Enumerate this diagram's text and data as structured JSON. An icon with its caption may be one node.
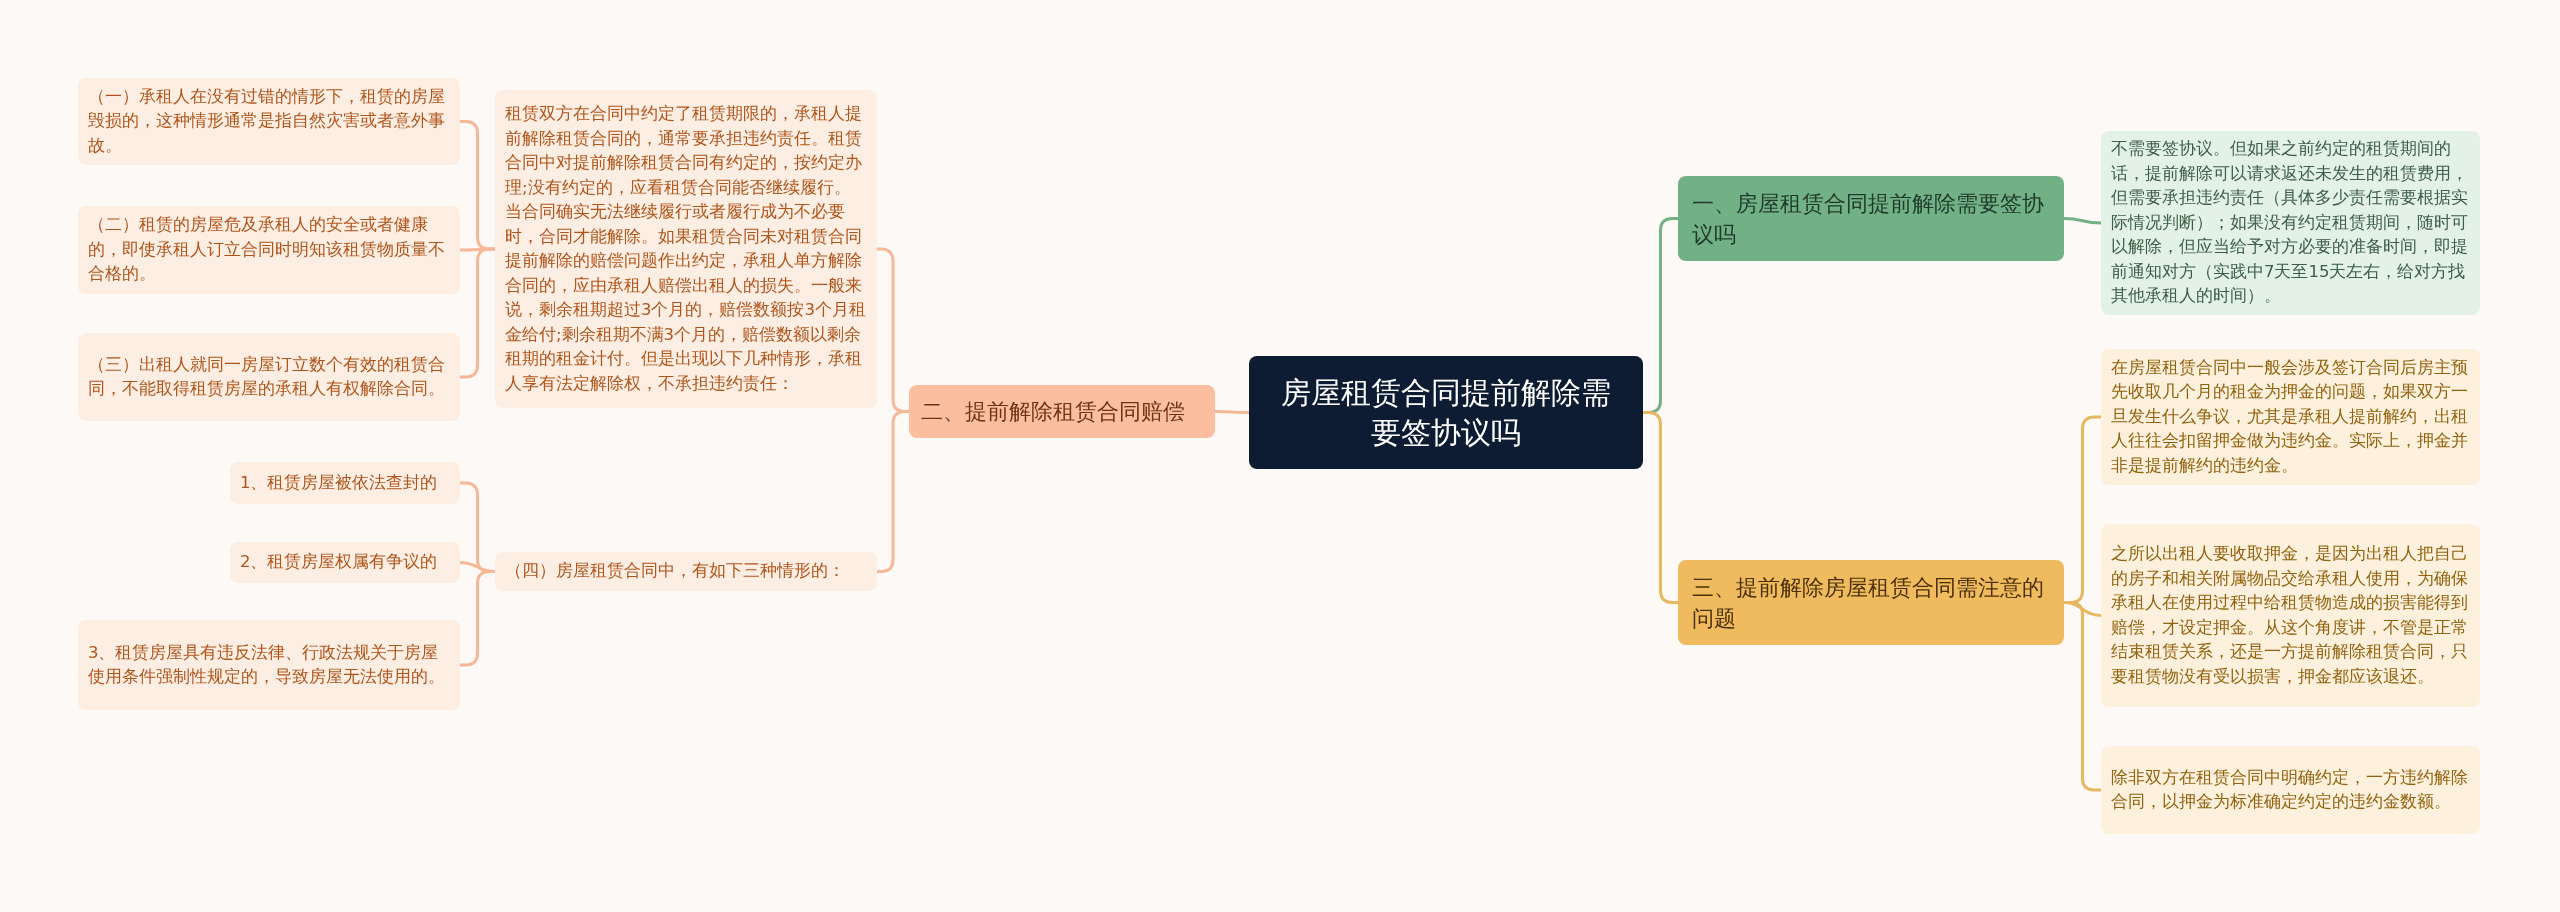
{
  "diagram": {
    "nodes": [
      {
        "text": [
          "房屋租赁合同提前解除需要签协议吗"
        ]
      },
      {
        "text": [
          "一、房屋租赁合同提前解除需要签协议吗"
        ]
      },
      {
        "text": [
          "不需要签协议。但如果之前约定的租赁期间的话，提前解除可以请求返还未发生的租赁费用，但需要承担违约责任（具体多少责任需要根据实际情况判断）；如果没有约定租赁期间，随时可以解除，但应当给予对方必要的准备时间，即提前通知对方（实践中7天至15天左右，给对方找其他承租人的时间）。"
        ]
      },
      {
        "text": [
          "二、提前解除租赁合同赔偿"
        ]
      },
      {
        "text": [
          "租赁双方在合同中约定了租赁期限的，承租人提前解除租赁合同的，通常要承担违约责任。租赁合同中对提前解除租赁合同有约定的，按约定办理;没有约定的，应看租赁合同能否继续履行。当合同确实无法继续履行或者履行成为不必要时，合同才能解除。如果租赁合同未对租赁合同提前解除的赔偿问题作出约定，承租人单方解除合同的，应由承租人赔偿出租人的损失。一般来说，剩余租期超过3个月的，赔偿数额按3个月租金给付;剩余租期不满3个月的，赔偿数额以剩余租期的租金计付。但是出现以下几种情形，承租人享有法定解除权，不承担违约责任："
        ]
      },
      {
        "text": [
          "（一）承租人在没有过错的情形下，租赁的房屋毁损的，这种情形通常是指自然灾害或者意外事故。"
        ]
      },
      {
        "text": [
          "（二）租赁的房屋危及承租人的安全或者健康的，即使承租人订立合同时明知该租赁物质量不合格的。"
        ]
      },
      {
        "text": [
          "（三）出租人就同一房屋订立数个有效的租赁合同，不能取得租赁房屋的承租人有权解除合同。"
        ]
      },
      {
        "text": [
          "（四）房屋租赁合同中，有如下三种情形的："
        ]
      },
      {
        "text": [
          "1、租赁房屋被依法查封的"
        ]
      },
      {
        "text": [
          "2、租赁房屋权属有争议的"
        ]
      },
      {
        "text": [
          "3、租赁房屋具有违反法律、行政法规关于房屋使用条件强制性规定的，导致房屋无法使用的。"
        ]
      },
      {
        "text": [
          "三、提前解除房屋租赁合同需注意的问题"
        ]
      },
      {
        "text": [
          "在房屋租赁合同中一般会涉及签订合同后房主预先收取几个月的租金为押金的问题，如果双方一旦发生什么争议，尤其是承租人提前解约，出租人往往会扣留押金做为违约金。实际上，押金并非是提前解约的违约金。"
        ]
      },
      {
        "text": [
          "之所以出租人要收取押金，是因为出租人把自己的房子和相关附属物品交给承租人使用，为确保承租人在使用过程中给租赁物造成的损害能得到赔偿，才设定押金。从这个角度讲，不管是正常结束租赁关系，还是一方提前解除租赁合同，只要租赁物没有受以损害，押金都应该退还。"
        ]
      },
      {
        "text": [
          "除非双方在租赁合同中明确约定，一方违约解除合同，以押金为标准确定约定的违约金数额。"
        ]
      }
    ],
    "edges": [
      {
        "from": 0,
        "to": 1,
        "arrow": "none",
        "color": "#72b085"
      },
      {
        "from": 1,
        "to": 2,
        "arrow": "none",
        "color": "#72b085"
      },
      {
        "from": 0,
        "to": 3,
        "arrow": "none"
      },
      {
        "from": 3,
        "to": 4,
        "arrow": "none"
      },
      {
        "from": 4,
        "to": 5,
        "arrow": "none"
      },
      {
        "from": 4,
        "to": 6,
        "arrow": "none"
      },
      {
        "from": 4,
        "to": 7,
        "arrow": "none"
      },
      {
        "from": 3,
        "to": 8,
        "arrow": "none"
      },
      {
        "from": 8,
        "to": 9,
        "arrow": "none"
      },
      {
        "from": 8,
        "to": 10,
        "arrow": "none"
      },
      {
        "from": 8,
        "to": 11,
        "arrow": "none"
      },
      {
        "from": 0,
        "to": 12,
        "arrow": "none",
        "color": "#e8b860"
      },
      {
        "from": 12,
        "to": 13,
        "arrow": "none",
        "color": "#e8b860"
      },
      {
        "from": 12,
        "to": 14,
        "arrow": "none",
        "color": "#e8b860"
      },
      {
        "from": 12,
        "to": 15,
        "arrow": "none",
        "color": "#e8b860"
      }
    ]
  }
}
